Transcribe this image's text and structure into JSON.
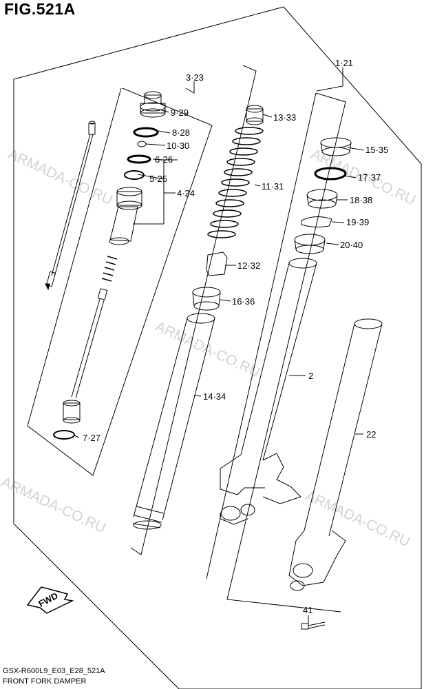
{
  "figure_title": "FIG.521A",
  "footer": {
    "model_code": "GSX-R600L9_E03_E28_521A",
    "diagram_name": "FRONT FORK DAMPER"
  },
  "watermark": "ARMADA-CO.RU",
  "fwd_label": "FWD",
  "callouts": {
    "c_1_21": "1·21",
    "c_3_23": "3·23",
    "c_9_29": "9·29",
    "c_8_28": "8·28",
    "c_10_30": "10·30",
    "c_6_26": "6·26",
    "c_5_25": "5·25",
    "c_4_24": "4·24",
    "c_7_27": "7·27",
    "c_13_33": "13·33",
    "c_11_31": "11·31",
    "c_12_32": "12·32",
    "c_16_36": "16·36",
    "c_14_34": "14·34",
    "c_15_35": "15·35",
    "c_17_37": "17·37",
    "c_18_38": "18·38",
    "c_19_39": "19·39",
    "c_20_40": "20·40",
    "c_2": "2",
    "c_22": "22",
    "c_41": "41"
  },
  "colors": {
    "line": "#000000",
    "watermark": "#d3d3d3",
    "background": "#ffffff"
  }
}
